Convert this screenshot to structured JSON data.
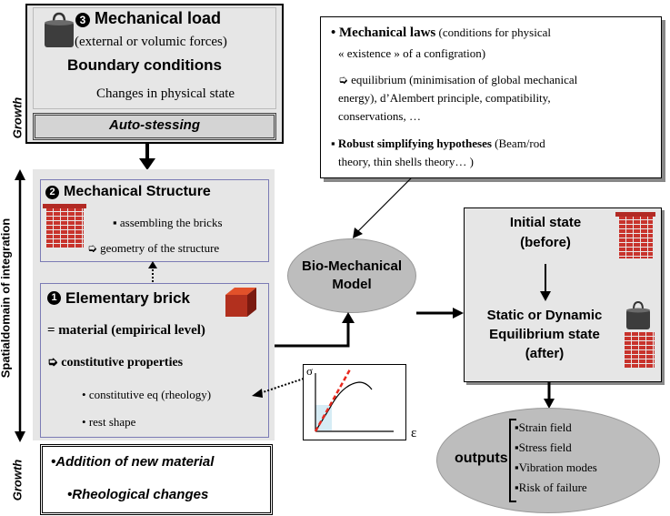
{
  "load_box": {
    "title": "Mechanical load",
    "subtitle": "(external or volumic forces)",
    "boundary": "Boundary conditions",
    "changes": "Changes in physical state",
    "auto": "Auto-stessing",
    "growth": "Growth",
    "badge": "3"
  },
  "structure_box": {
    "badge": "2",
    "title": "Mechanical Structure",
    "item1": "assembling the bricks",
    "item2": "geometry of the structure"
  },
  "brick_box": {
    "badge": "1",
    "title": "Elementary brick",
    "material": "= material (empirical level)",
    "constitutive": "constitutive properties",
    "item1": "constitutive eq  (rheology)",
    "item2": "rest shape"
  },
  "spatial_label": "Spatialdomain of integration",
  "growth_bottom": {
    "growth": "Growth",
    "item1": "•Addition of new material",
    "item2": "•Rheological changes"
  },
  "laws_box": {
    "line1_bold": "Mechanical laws",
    "line1_rest": " (conditions for physical",
    "line2": "« existence » of a configration)",
    "line3": "equilibrium (minimisation of global mechanical",
    "line4": "energy), d’Alembert principle, compatibility,",
    "line5": "conservations, …",
    "line6_bold": "Robust simplifying hypotheses",
    "line6_rest": "   (Beam/rod",
    "line7": "theory,  thin shells theory… )"
  },
  "model": {
    "line1": "Bio-Mechanical",
    "line2": "Model"
  },
  "state_box": {
    "initial1": "Initial state",
    "initial2": "(before)",
    "eq1": "Static or Dynamic",
    "eq2": "Equilibrium state",
    "eq3": "(after)"
  },
  "outputs": {
    "label": "outputs",
    "items": [
      "▪Strain field",
      "▪Stress field",
      "▪Vibration modes",
      "▪Risk of failure"
    ]
  },
  "graph": {
    "sigma": "σ",
    "eps": "ε"
  },
  "colors": {
    "box_gray": "#e6e6e6",
    "ellipse_gray": "#bdbdbd",
    "brick_red": "#c8332c",
    "curve_red": "#e8281e",
    "border_blue": "#7b7bb5"
  }
}
